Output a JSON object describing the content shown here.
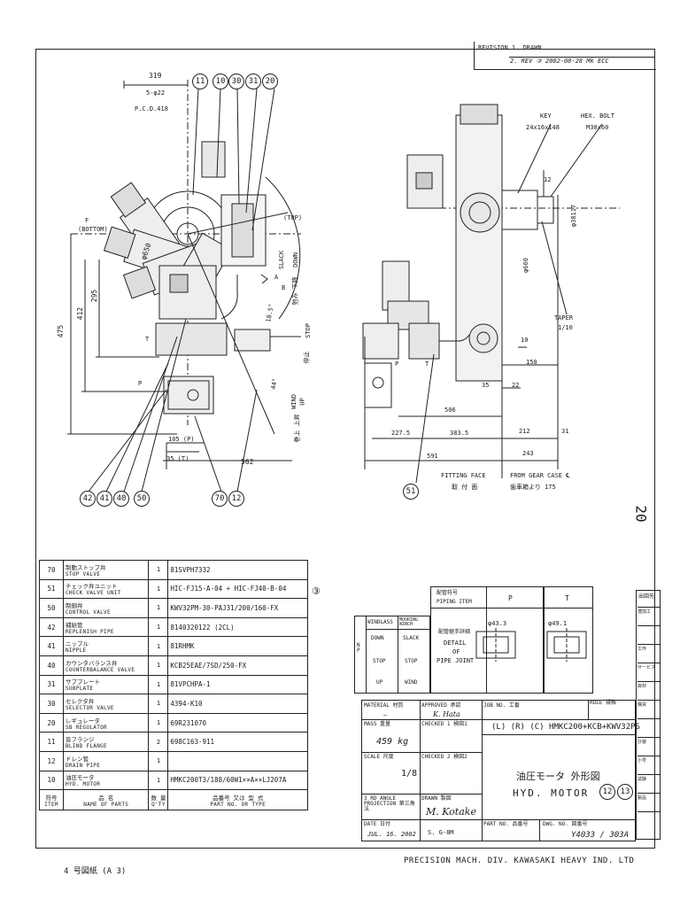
{
  "revision": {
    "line1": "REVISION 1. DRAWN",
    "line2": "2. REV ③ 2002-08-28 Mk ECC"
  },
  "sheet_number": "20",
  "annotation_mark": "③",
  "callouts_top": [
    "11",
    "10",
    "30",
    "31",
    "20"
  ],
  "callouts_bottom": [
    "42",
    "41",
    "40",
    "50",
    "70",
    "12"
  ],
  "callout_right": "51",
  "left_view": {
    "dim_319": "319",
    "holes": "5-φ22",
    "pcd": "P.C.D.418",
    "dia_650": "φ650",
    "f_bottom": "F",
    "bottom": "(BOTTOM)",
    "top": "(TOP)",
    "slack": "SLACK",
    "down": "DOWN",
    "slack_jp": "弛み 下降",
    "stop": "STOP",
    "stop_jp": "停止",
    "wind": "WIND",
    "up": "UP",
    "wind_jp": "巻上 上昇",
    "angle_185": "18.5°",
    "angle_44": "44°",
    "dim_475": "475",
    "dim_412": "412",
    "dim_295": "295",
    "dim_105": "105 (P)",
    "dim_35": "35 (T)",
    "dim_562": "562",
    "label_t": "T",
    "label_p": "P",
    "label_a": "A",
    "label_b": "B"
  },
  "right_view": {
    "key": "KEY",
    "key_size": "24x16x148",
    "hex_bolt": "HEX. BOLT",
    "bolt_size": "M30x60",
    "dim_12": "12",
    "dia_38117": "φ38117",
    "dia_660": "φ660",
    "taper": "TAPER",
    "taper_ratio": "1/10",
    "dim_10": "10",
    "dim_150": "150",
    "dim_35": "35",
    "dim_22": "22",
    "dim_506": "506",
    "dim_2275": "227.5",
    "dim_3835": "383.5",
    "dim_212": "212",
    "dim_31": "31",
    "dim_591": "591",
    "dim_243": "243",
    "fitting_face": "FITTING FACE",
    "fitting_face_jp": "取 付 面",
    "from_gear": "FROM GEAR CASE ℄",
    "from_gear_jp": "歯車箱より 175",
    "label_t": "T",
    "label_p": "P"
  },
  "parts_table": {
    "rows": [
      {
        "no": "70",
        "jp": "制動ストップ弁",
        "name": "STOP VALVE",
        "qty": "1",
        "pn": "81SVPH7332"
      },
      {
        "no": "51",
        "jp": "チェック弁ユニット",
        "name": "CHECK VALVE UNIT",
        "qty": "1",
        "pn": "HIC-FJ15-A-04 + HIC-FJ40-B-04"
      },
      {
        "no": "50",
        "jp": "制御弁",
        "name": "CONTROL VALVE",
        "qty": "1",
        "pn": "KWV32PM-30-PAJ31/200/160-FX"
      },
      {
        "no": "42",
        "jp": "補給管",
        "name": "REPLENISH PIPE",
        "qty": "1",
        "pn": "8140320122 (2CL)"
      },
      {
        "no": "41",
        "jp": "ニップル",
        "name": "NIPPLE",
        "qty": "1",
        "pn": "81RHMK"
      },
      {
        "no": "40",
        "jp": "カウンタバランス弁",
        "name": "COUNTERBALANCE VALVE",
        "qty": "1",
        "pn": "KCB25EAE/7SD/250-FX"
      },
      {
        "no": "31",
        "jp": "サブプレート",
        "name": "SUBPLATE",
        "qty": "1",
        "pn": "81VPCHPA-1"
      },
      {
        "no": "30",
        "jp": "セレクタ弁",
        "name": "SELECTOR VALVE",
        "qty": "1",
        "pn": "4394-K10"
      },
      {
        "no": "20",
        "jp": "レギュレータ",
        "name": "SB REGULATOR",
        "qty": "1",
        "pn": "69R231070"
      },
      {
        "no": "11",
        "jp": "盲フランジ",
        "name": "BLIND FLANGE",
        "qty": "2",
        "pn": "698C163-911"
      },
      {
        "no": "12",
        "jp": "ドレン管",
        "name": "DRAIN PIPE",
        "qty": "1",
        "pn": ""
      },
      {
        "no": "10",
        "jp": "油圧モータ",
        "name": "HYD. MOTOR",
        "qty": "1",
        "pn": "HMKC200T3/188/60W1××A××LJ207A"
      }
    ],
    "header": {
      "no_jp": "符号",
      "no": "ITEM",
      "name_jp": "品 名",
      "name": "NAME OF PARTS",
      "qty_jp": "数 量",
      "qty": "Q'TY",
      "pn_jp": "品番号 又は 型 式",
      "pn": "PART NO. OR TYPE"
    }
  },
  "paper_size": "4 号図紙 (A 3)",
  "rotation_table": {
    "col1": "WINDLASS",
    "col2": "MOORING WINCH",
    "np": "N P",
    "down": "DOWN",
    "stop": "STOP",
    "up": "UP",
    "slack": "SLACK",
    "stop2": "STOP",
    "wind": "WIND"
  },
  "piping": {
    "title_jp": "配管符号",
    "title": "PIPING ITEM",
    "p": "P",
    "t": "T",
    "detail_jp": "配管継手詳細",
    "detail1": "DETAIL",
    "detail2": "OF",
    "detail3": "PIPE JOINT",
    "p_dia": "φ43.3",
    "t_dia": "φ49.1"
  },
  "title_block": {
    "material_label": "MATERIAL 材質",
    "material_value": "—",
    "approved_label": "APPROVED 承認",
    "approved_value": "K. Hata",
    "job_label": "JOB NO. 工番",
    "rule_label": "RULE 規格",
    "mass_label": "MASS 重量",
    "mass_value": "459 kg",
    "checked1_label": "CHECKED 1 検図1",
    "model": "(L) (R) (C) HMKC200+KCB+KWV32PS",
    "scale_label": "SCALE 尺度",
    "scale_value": "1/8",
    "checked2_label": "CHECKED 2 検図2",
    "title_jp": "油圧モータ 外形図",
    "title_en": "HYD. MOTOR",
    "projection_label": "3 RD ANGLE PROJECTION 第三角法",
    "drawn_label": "DRAWN 製図",
    "drawn_value": "M. Kotake",
    "date_label": "DATE 日付",
    "date_value": "JUL. 16. 2002",
    "sheet_label": "S. G-8M",
    "part_label": "PART NO. 品番号",
    "dwg_label": "DWG. NO. 図番号",
    "dwg_value": "Y4033 / 303A",
    "circle1": "12",
    "circle2": "13"
  },
  "company": "PRECISION MACH. DIV.  KAWASAKI HEAVY IND. LTD",
  "stamp_header": "出図先",
  "stamp_rows": [
    "潜加工",
    "",
    "工作",
    "サービス",
    "資材",
    "購買",
    "",
    "計装",
    "小号",
    "試験",
    "製品",
    ""
  ]
}
